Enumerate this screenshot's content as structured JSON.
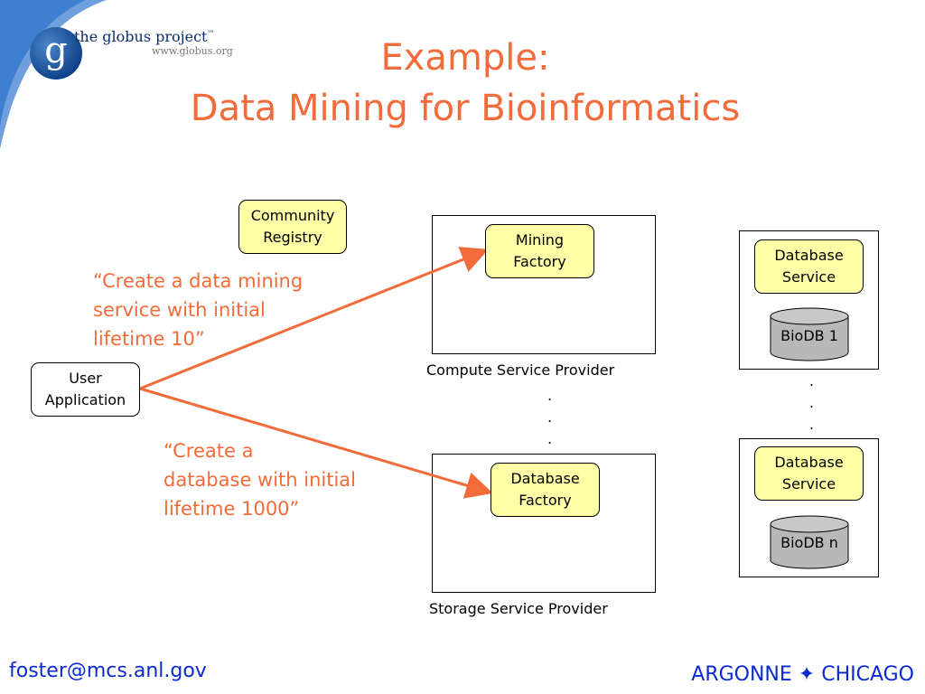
{
  "branding": {
    "logo_letter": "g",
    "logo_name": "the globus project",
    "logo_tm": "™",
    "logo_url": "www.globus.org"
  },
  "title": {
    "line1": "Example:",
    "line2": "Data Mining for Bioinformatics"
  },
  "nodes": {
    "community_registry": [
      "Community",
      "Registry"
    ],
    "user_application": [
      "User",
      "Application"
    ],
    "mining_factory": [
      "Mining",
      "Factory"
    ],
    "database_factory": [
      "Database",
      "Factory"
    ],
    "database_service_1": [
      "Database",
      "Service"
    ],
    "database_service_n": [
      "Database",
      "Service"
    ],
    "biodb_1": "BioDB 1",
    "biodb_n": "BioDB n"
  },
  "providers": {
    "compute": "Compute Service Provider",
    "storage": "Storage Service Provider"
  },
  "quotes": {
    "mining": [
      "“Create a data mining",
      "service with initial",
      "lifetime 10”"
    ],
    "database": [
      "“Create a",
      "database with initial",
      "lifetime 1000”"
    ]
  },
  "ellipsis": ".",
  "footer": {
    "email": "foster@mcs.anl.gov",
    "org_left": "ARGONNE",
    "org_separator": "✦",
    "org_right": "CHICAGO"
  },
  "colors": {
    "accent": "#f26b3a",
    "node_fill": "#ffffa8",
    "cylinder_fill": "#b8b8b8",
    "footer_text": "#0b2bd0",
    "swoosh": "#3f7fd0"
  }
}
